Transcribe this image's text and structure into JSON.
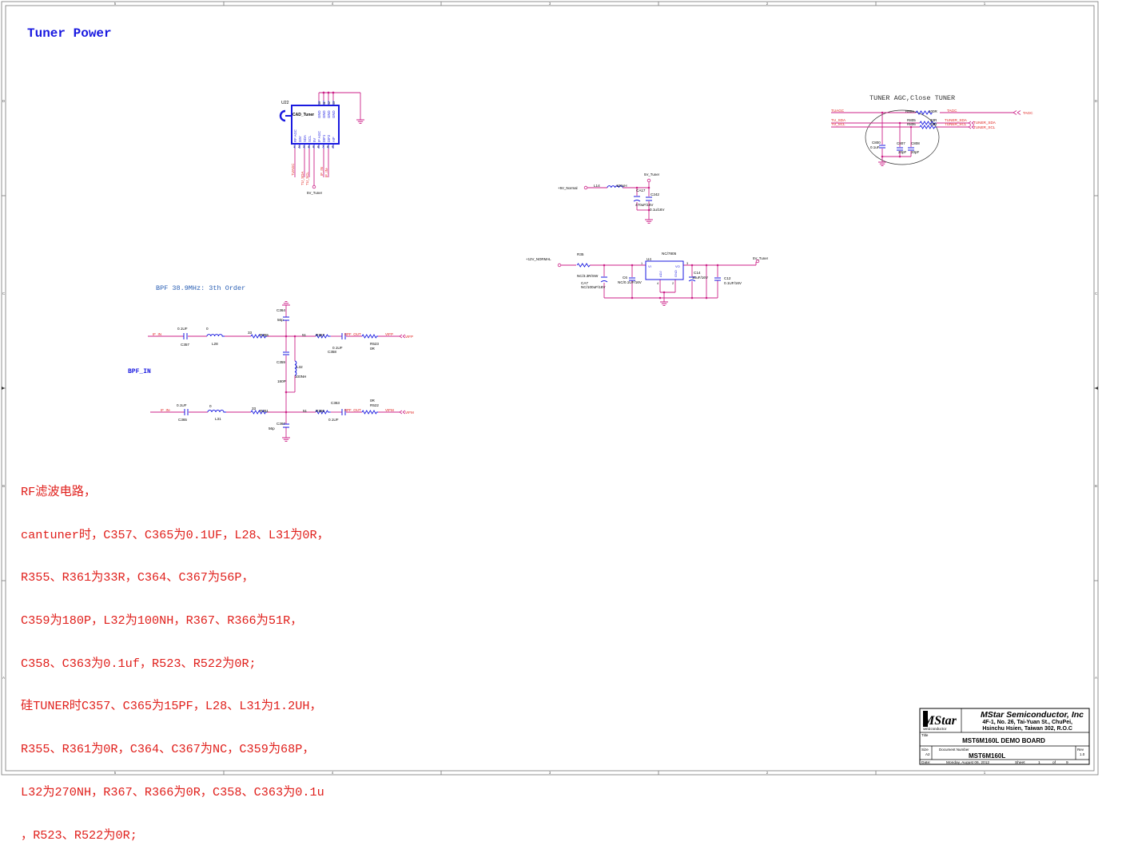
{
  "page_title": "Tuner Power",
  "border": {
    "columns": [
      "5",
      "4",
      "3",
      "2",
      "1"
    ],
    "rows": [
      "D",
      "C",
      "B",
      "A"
    ]
  },
  "u22": {
    "ref": "U22",
    "name": "CAD_Tuner",
    "pins_bottom": [
      "RF AGC",
      "33V",
      "SDA",
      "SCL",
      "5V",
      "IF AGC",
      "DIF1",
      "DIF2",
      "AIF"
    ],
    "pins_top": [
      "GND",
      "GND",
      "GND",
      "GND"
    ],
    "pin_numbers_bottom": [
      "1",
      "2",
      "3",
      "4",
      "5",
      "6",
      "7",
      "8",
      "9"
    ],
    "pin_numbers_top": [
      "10",
      "11",
      "12",
      "13"
    ],
    "nets": [
      "TUAGC",
      "TU_SDA",
      "TU_SCL",
      "IF_IN",
      "IF_IN-"
    ],
    "supply": "5V_Tuner"
  },
  "filter5v": {
    "in_net": "+5V_Normal",
    "inductor_ref": "L14",
    "inductor_val": "100uH",
    "out_net": "5V_Tuner",
    "c1_ref": "CA17",
    "c1_val": "470uF/16V",
    "c2_ref": "C242",
    "c2_val": "0.1u/16V"
  },
  "regulator": {
    "in_net": "+12V_NORMAL",
    "r_ref": "R35",
    "r_val": "NC/3.3R/SW",
    "ca7_ref": "CA7",
    "ca7_val": "NC/100uF/16V",
    "c6_ref": "C6",
    "c6_val": "NC/0.1UF/16V",
    "u_ref": "U4",
    "u_name": "NC/7805",
    "pin_vi": "VI",
    "pin_vo": "VO",
    "pin_adj": "ADJ",
    "pin_gnd": "GND",
    "pin1": "1",
    "pin2": "2",
    "pin3": "3",
    "pin4": "4",
    "c14_ref": "C14",
    "c14_val": "10uF/16V",
    "c12_ref": "C12",
    "c12_val": "0.1UF/16V",
    "out_net": "5V_Tuner"
  },
  "agc": {
    "title": "TUNER AGC,Close TUNER",
    "tuagc": "TUAGC",
    "tu_sda": "TU_SDA",
    "tu_scl": "TU_SCL",
    "r1_ref": "R801",
    "r1_val": "100R",
    "r2_ref": "R805",
    "r2_val": "33R",
    "r3_ref": "R806",
    "r3_val": "33R",
    "net_tagc": "TAGC",
    "net_tuner_sda": "TUNER_SDA",
    "net_tuner_scl": "TUNER_SCL",
    "c1_ref": "C800",
    "c1_val": "0.1uF",
    "c2_ref": "C807",
    "c2_val": "20pF",
    "c3_ref": "C808",
    "c3_val": "20pF"
  },
  "bpf": {
    "title": "BPF 38.9MHz: 3th Order",
    "label": "BPF_IN",
    "if_in": "IF_IN",
    "if_inm": "IF_IN-",
    "c357_ref": "C357",
    "c357_val": "0.1UF",
    "l28_ref": "L28",
    "l28_val": "0",
    "r355_ref": "R355",
    "r355_val": "33",
    "c364_ref": "C364",
    "c364_val": "56p",
    "r367_ref": "R367",
    "r367_val": "51",
    "c358_ref": "C358",
    "c358_val": "0.1UF",
    "bpf_out_top": "BPF_OUT",
    "r523_ref": "R523",
    "r523_val": "0R",
    "vifp": "VIFP",
    "c359_ref": "C359",
    "c359_val": "180P",
    "l32_ref": "L32",
    "l32_val": "100NH",
    "c365_ref": "C365",
    "c365_val": "0.1UF",
    "l31_ref": "L31",
    "l31_val": "0",
    "r361_ref": "R361",
    "r361_val": "33",
    "r366_ref": "R366",
    "r366_val": "51",
    "c363_ref": "C363",
    "c363_val": "0.1UF",
    "bpf_out_bot": "BPF_OUT",
    "r522_ref": "R522",
    "r522_val": "0R",
    "vifm": "VIFM",
    "c367_ref": "C367",
    "c367_val": "56p"
  },
  "notes": [
    "RF滤波电路，",
    "cantuner时，C357、C365为0.1UF，L28、L31为0R，",
    "R355、R361为33R，C364、C367为56P，",
    "C359为180P，L32为100NH，R367、R366为51R，",
    "C358、C363为0.1uf，R523、R522为0R;",
    "硅TUNER时C357、C365为15PF，L28、L31为1.2UH，",
    "R355、R361为0R，C364、C367为NC，C359为68P，",
    "L32为270NH，R367、R366为0R，C358、C363为0.1u",
    "，R523、R522为0R;"
  ],
  "titleblock": {
    "logo": "MStar",
    "logo_sub": "semiconductor",
    "company": "MStar Semiconductor, Inc",
    "address1": "4F-1, No. 26, Tai-Yuan St., ChuPei,",
    "address2": "Hsinchu Hsien, Taiwan 302, R.O.C",
    "title_label": "Title",
    "title": "MST6M160L DEMO BOARD",
    "size_label": "Size",
    "size": "A2",
    "docnum_label": "Document Number",
    "docnum": "MST6M160L",
    "rev_label": "Rev",
    "rev": "1.0",
    "date_label": "Date:",
    "date": "Monday, August 06, 2012",
    "sheet_label": "Sheet",
    "sheet": "1",
    "of_label": "of",
    "sheets": "9"
  },
  "colors": {
    "wire": "#cc2288",
    "component": "#1a1ae0",
    "net": "#e0201c",
    "frame": "#666666",
    "text": "#000000"
  }
}
